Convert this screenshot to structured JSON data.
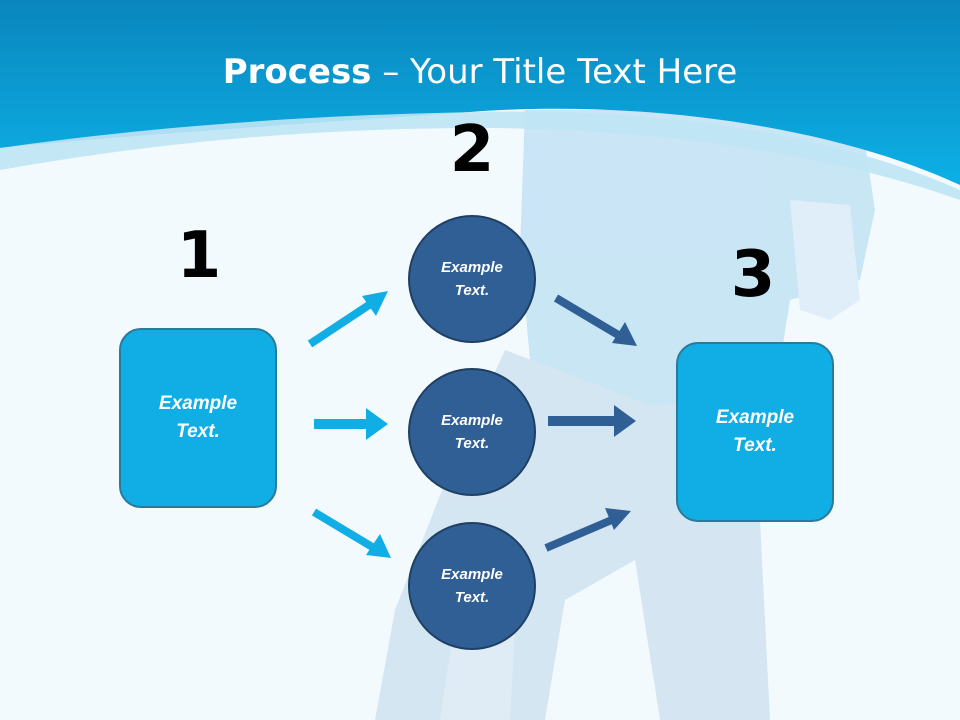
{
  "title": {
    "bold": "Process",
    "rest": " – Your Title Text Here"
  },
  "steps": [
    {
      "number": "1",
      "label": "Example Text."
    },
    {
      "number": "2",
      "items": [
        "Example Text.",
        "Example Text.",
        "Example Text."
      ]
    },
    {
      "number": "3",
      "label": "Example Text."
    }
  ],
  "colors": {
    "header": "#0aa3dc",
    "box": "#11aee6",
    "circle": "#2f5f95",
    "arrow_light": "#11aee6",
    "arrow_dark": "#2f5f95"
  }
}
